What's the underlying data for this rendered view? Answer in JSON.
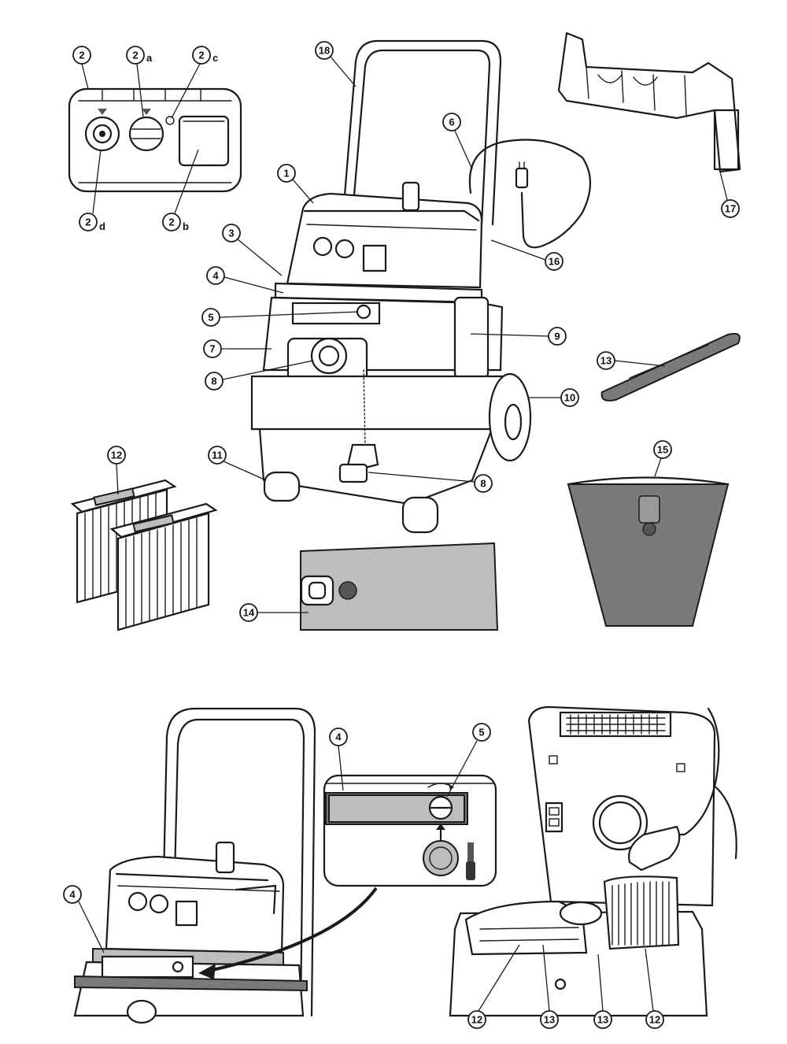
{
  "callouts": {
    "c1": "1",
    "c2": "2",
    "c2a_num": "2",
    "c2a_suffix": "a",
    "c2c_num": "2",
    "c2c_suffix": "c",
    "c2d_num": "2",
    "c2d_suffix": "d",
    "c2b_num": "2",
    "c2b_suffix": "b",
    "c3": "3",
    "c4": "4",
    "c5": "5",
    "c6": "6",
    "c7": "7",
    "c8": "8",
    "c8b": "8",
    "c9": "9",
    "c10": "10",
    "c11": "11",
    "c12": "12",
    "c13": "13",
    "c14": "14",
    "c15": "15",
    "c16": "16",
    "c17": "17",
    "c18": "18",
    "detail_c4": "4",
    "detail_c5": "5",
    "bottom_c4": "4",
    "bottom_c12a": "12",
    "bottom_c13a": "13",
    "bottom_c13b": "13",
    "bottom_c12b": "12"
  },
  "colors": {
    "line": "#1a1a1a",
    "panel_gray": "#bdbdbd",
    "dark_gray": "#7a7a7a",
    "background": "#ffffff"
  }
}
